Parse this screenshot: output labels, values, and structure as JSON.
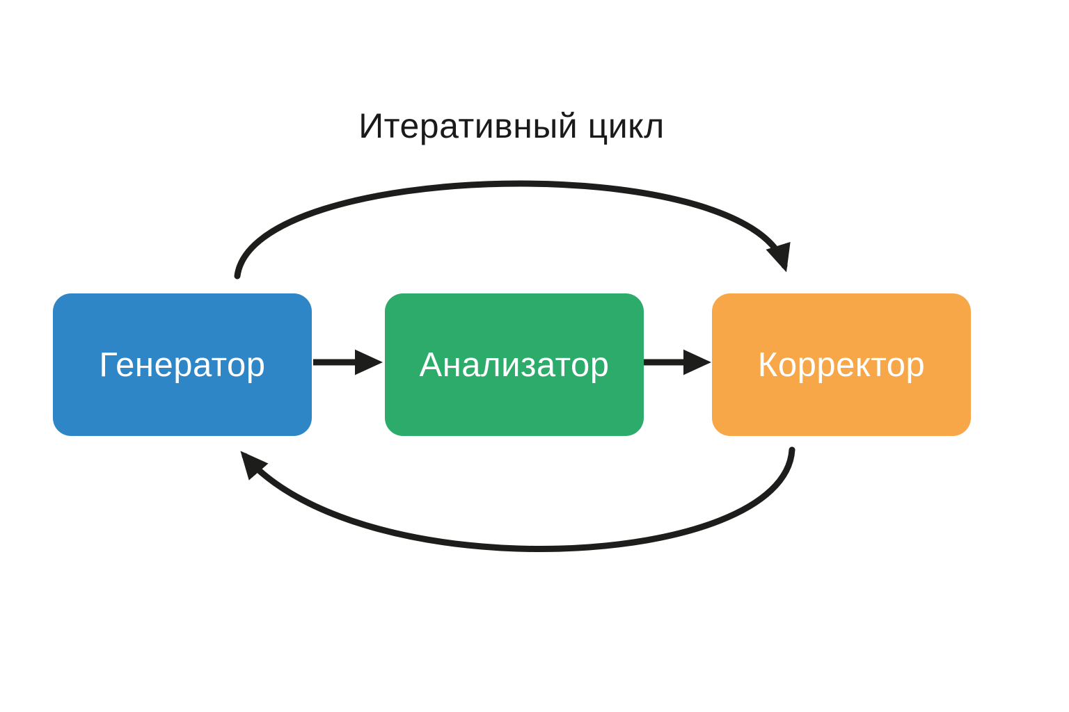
{
  "title": "Итеративный цикл",
  "nodes": [
    {
      "id": "generator",
      "label": "Генератор",
      "color": "#2E86C7"
    },
    {
      "id": "analyzer",
      "label": "Анализатор",
      "color": "#2CAB6B"
    },
    {
      "id": "corrector",
      "label": "Корректор",
      "color": "#F7A747"
    }
  ],
  "colors": {
    "background": "#FFFFFF",
    "arrow": "#1D1D1B",
    "title_text": "#1A1A1A",
    "node_text": "#FFFFFF"
  }
}
